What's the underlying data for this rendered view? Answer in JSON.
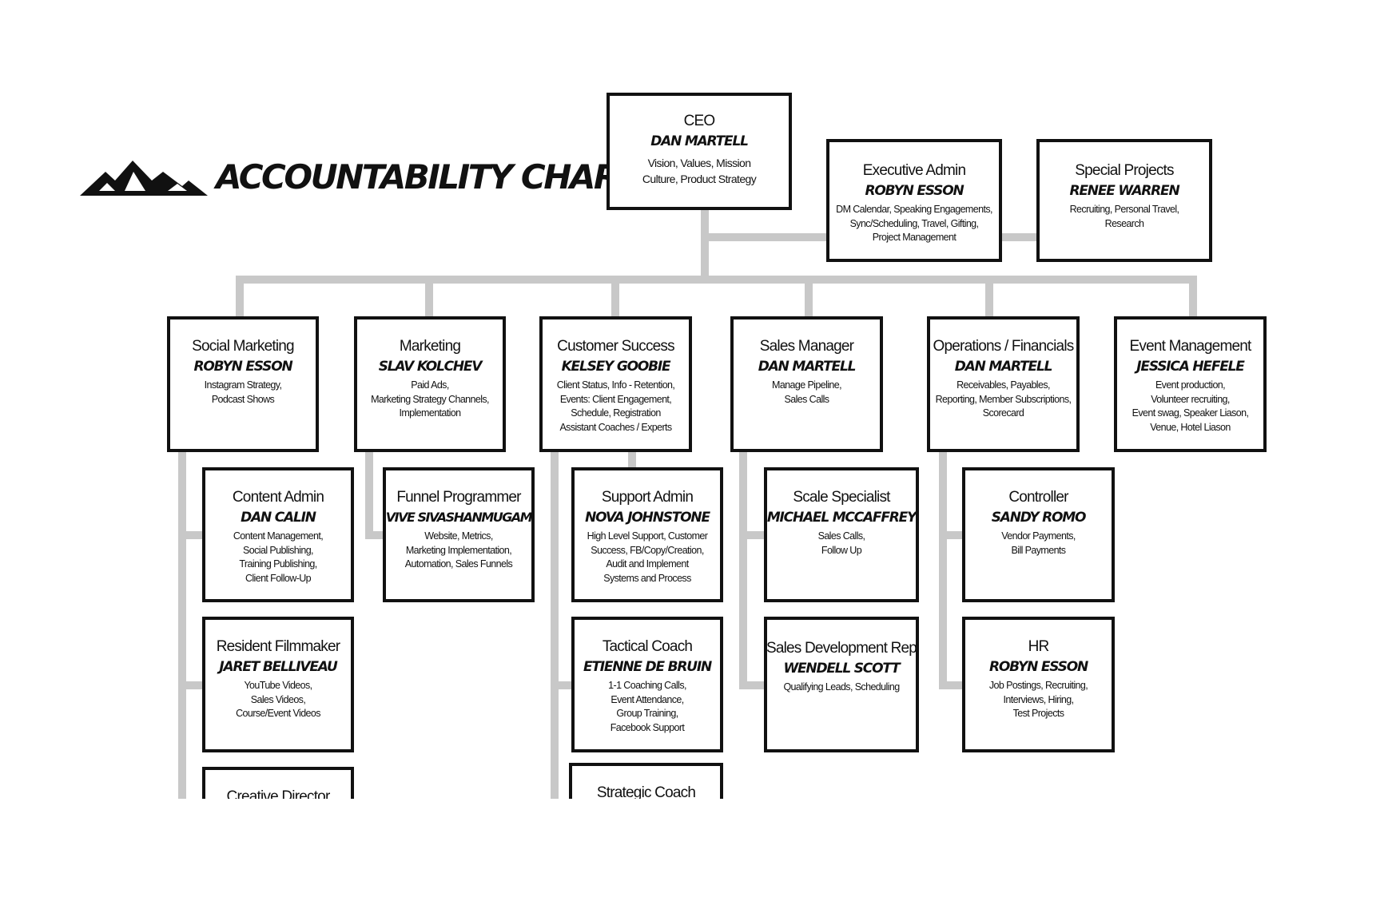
{
  "chart_title": "ACCOUNTABILITY CHART",
  "logo_icon": "mountain-logo-icon",
  "colors": {
    "box_border": "#111111",
    "connector": "#c8c8c8",
    "background": "#ffffff"
  },
  "nodes": {
    "ceo": {
      "role": "CEO",
      "person": "DAN MARTELL",
      "duties": "Vision, Values, Mission\nCulture, Product Strategy"
    },
    "executive_admin": {
      "role": "Executive Admin",
      "person": "ROBYN ESSON",
      "duties": "DM Calendar, Speaking Engagements,\nSync/Scheduling, Travel, Gifting,\nProject Management"
    },
    "special_projects": {
      "role": "Special Projects",
      "person": "RENEE WARREN",
      "duties": "Recruiting, Personal Travel,\nResearch"
    },
    "social_marketing": {
      "role": "Social Marketing",
      "person": "ROBYN ESSON",
      "duties": "Instagram Strategy,\nPodcast Shows"
    },
    "marketing": {
      "role": "Marketing",
      "person": "SLAV KOLCHEV",
      "duties": "Paid Ads,\nMarketing Strategy Channels,\nImplementation"
    },
    "customer_success": {
      "role": "Customer Success",
      "person": "KELSEY GOOBIE",
      "duties": "Client Status, Info - Retention,\nEvents: Client Engagement,\nSchedule, Registration\nAssistant Coaches / Experts"
    },
    "sales_manager": {
      "role": "Sales Manager",
      "person": "DAN MARTELL",
      "duties": "Manage Pipeline,\nSales Calls"
    },
    "operations_financials": {
      "role": "Operations / Financials",
      "person": "DAN MARTELL",
      "duties": "Receivables, Payables,\nReporting, Member Subscriptions,\nScorecard"
    },
    "event_management": {
      "role": "Event Management",
      "person": "JESSICA HEFELE",
      "duties": "Event production,\nVolunteer recruiting,\nEvent swag, Speaker Liason,\nVenue,  Hotel Liason"
    },
    "content_admin": {
      "role": "Content Admin",
      "person": "DAN CALIN",
      "duties": "Content Management,\nSocial Publishing,\nTraining Publishing,\nClient Follow-Up"
    },
    "resident_filmmaker": {
      "role": "Resident Filmmaker",
      "person": "JARET BELLIVEAU",
      "duties": "YouTube Videos,\nSales Videos,\nCourse/Event Videos"
    },
    "creative_director": {
      "role": "Creative Director",
      "person": "",
      "duties": ""
    },
    "funnel_programmer": {
      "role": "Funnel Programmer",
      "person": "VIVE SIVASHANMUGAM",
      "duties": "Website,  Metrics,\nMarketing Implementation,\nAutomation, Sales Funnels"
    },
    "support_admin": {
      "role": "Support Admin",
      "person": "NOVA JOHNSTONE",
      "duties": "High Level Support, Customer\nSuccess, FB/Copy/Creation,\nAudit and Implement\nSystems and Process"
    },
    "tactical_coach": {
      "role": "Tactical Coach",
      "person": "ETIENNE DE BRUIN",
      "duties": "1-1 Coaching Calls,\nEvent Attendance,\nGroup Training,\nFacebook Support"
    },
    "strategic_coach": {
      "role": "Strategic Coach",
      "person": "",
      "duties": ""
    },
    "scale_specialist": {
      "role": "Scale Specialist",
      "person": "MICHAEL MCCAFFREY",
      "duties": "Sales Calls,\nFollow Up"
    },
    "sales_development_rep": {
      "role": "Sales Development Rep",
      "person": "WENDELL SCOTT",
      "duties": "Qualifying Leads, Scheduling"
    },
    "controller": {
      "role": "Controller",
      "person": "SANDY ROMO",
      "duties": "Vendor Payments,\nBill Payments"
    },
    "hr": {
      "role": "HR",
      "person": "ROBYN ESSON",
      "duties": "Job Postings, Recruiting,\nInterviews, Hiring,\nTest Projects"
    }
  }
}
